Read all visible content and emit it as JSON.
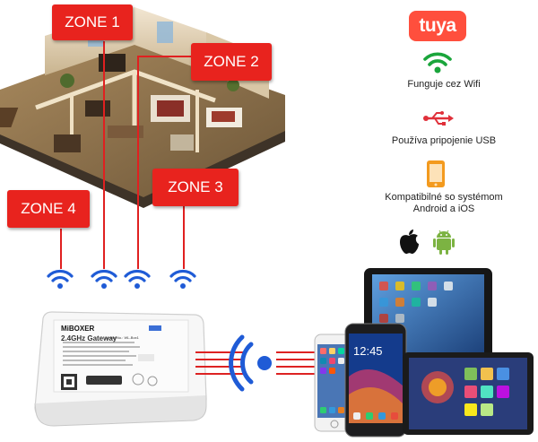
{
  "zones": [
    {
      "label": "ZONE 1"
    },
    {
      "label": "ZONE 2"
    },
    {
      "label": "ZONE 3"
    },
    {
      "label": "ZONE 4"
    }
  ],
  "brand": {
    "logo_text": "tuya"
  },
  "features": [
    {
      "icon": "wifi-icon",
      "label": "Funguje cez Wifi"
    },
    {
      "icon": "usb-icon",
      "label": "Používa pripojenie USB"
    },
    {
      "icon": "smartphone-icon",
      "label": "Kompatibilné so systémom\nAndroid a iOS"
    }
  ],
  "os_icons": [
    "apple-icon",
    "android-icon"
  ],
  "gateway": {
    "brand": "MiBOXER",
    "title": "2.4GHz Gateway",
    "model": "Model No.: WL-Box1"
  },
  "colors": {
    "zone_red": "#e8231e",
    "wifi_blue": "#1f5bd6",
    "wifi_green": "#1aa53b",
    "usb_red": "#e0303a",
    "phone_orange": "#f39a1e",
    "tuya_red": "#ff4f3d"
  },
  "devices": {
    "phone_clock": "12:45"
  }
}
